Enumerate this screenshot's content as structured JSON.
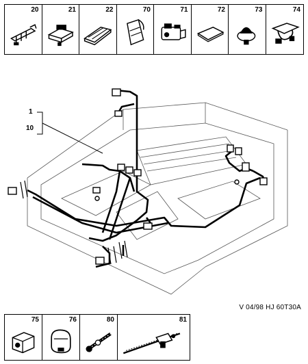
{
  "top_parts": [
    {
      "num": "20",
      "icon": "harness-clip-icon"
    },
    {
      "num": "21",
      "icon": "connector-bracket-icon"
    },
    {
      "num": "22",
      "icon": "cable-channel-icon"
    },
    {
      "num": "70",
      "icon": "cable-sleeve-icon"
    },
    {
      "num": "71",
      "icon": "multi-connector-icon"
    },
    {
      "num": "72",
      "icon": "adhesive-pad-icon"
    },
    {
      "num": "73",
      "icon": "grommet-clip-icon"
    },
    {
      "num": "74",
      "icon": "strap-clamp-icon"
    }
  ],
  "bottom_parts": [
    {
      "num": "75",
      "icon": "connector-housing-icon"
    },
    {
      "num": "76",
      "icon": "loop-clamp-icon"
    },
    {
      "num": "80",
      "icon": "cable-tie-icon"
    },
    {
      "num": "81",
      "icon": "cable-tie-mount-icon"
    }
  ],
  "callouts": {
    "label_1": "1",
    "label_10": "10"
  },
  "reference_code": "V 04/98  HJ 60T30A",
  "colors": {
    "line": "#000000",
    "floor_line": "#555555",
    "background": "#ffffff"
  }
}
